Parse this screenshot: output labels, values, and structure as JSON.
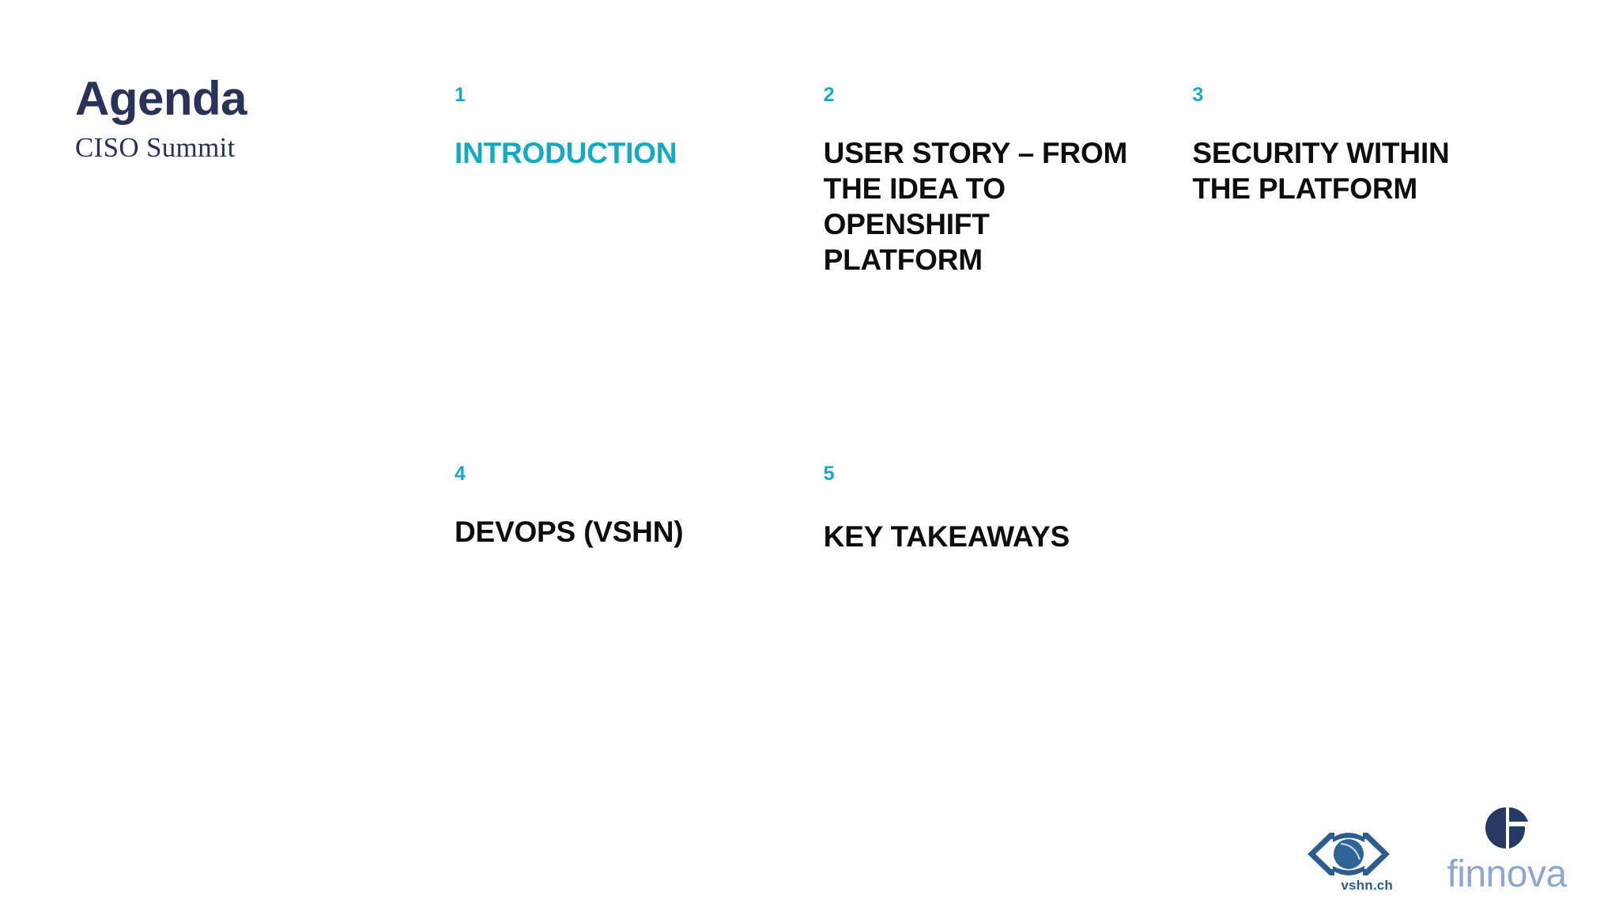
{
  "slide": {
    "title": "Agenda",
    "subtitle": "CISO Summit",
    "background_color": "#ffffff",
    "accent_color": "#16a9bf",
    "title_color": "#2a3257",
    "item_color": "#0d0d0d"
  },
  "agenda": {
    "items": [
      {
        "number": "1",
        "label": "INTRODUCTION",
        "active": true
      },
      {
        "number": "2",
        "label": "USER STORY – FROM THE IDEA TO OPENSHIFT PLATFORM",
        "active": false
      },
      {
        "number": "3",
        "label": "SECURITY WITHIN THE PLATFORM",
        "active": false
      },
      {
        "number": "4",
        "label": "DEVOPS (VSHN)",
        "active": false
      },
      {
        "number": "5",
        "label": "KEY TAKEAWAYS",
        "active": false
      }
    ]
  },
  "logos": {
    "vshn": {
      "icon": "eye-icon",
      "wordmark": "vshn.ch",
      "color": "#2d5d8e"
    },
    "finnova": {
      "icon": "finnova-mark-icon",
      "wordmark": "finnova",
      "mark_color": "#243a63",
      "wordmark_color": "#8fa6cd"
    }
  }
}
